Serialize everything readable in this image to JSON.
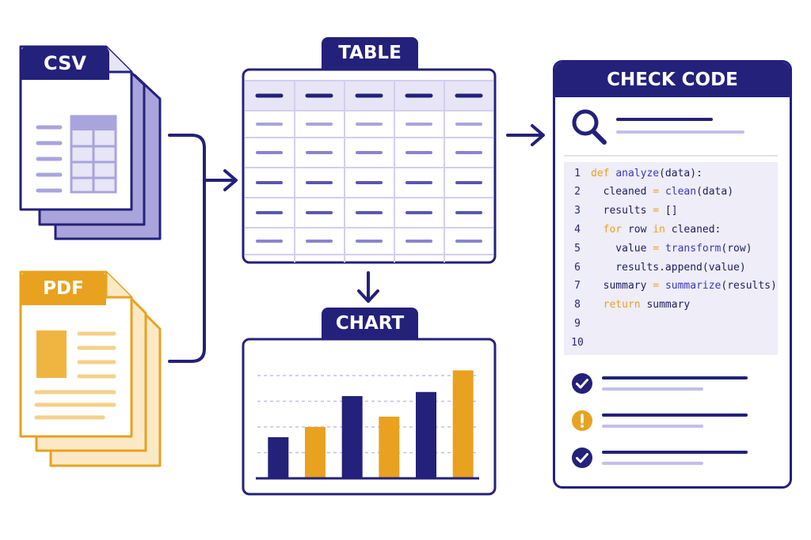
{
  "colors": {
    "navy": "#24217a",
    "lavender": "#a9a4dc",
    "lavender_light": "#e7e5f6",
    "orange": "#e8a21f",
    "orange_light": "#fbe9c6"
  },
  "labels": {
    "csv": "CSV",
    "pdf": "PDF",
    "table": "TABLE",
    "chart": "CHART",
    "check_code": "CHECK CODE"
  },
  "icons": {
    "search": "search-icon",
    "check": "check-circle-icon",
    "warning": "exclamation-circle-icon",
    "arrow": "arrow-right-icon"
  },
  "code": {
    "line_numbers": [
      "1",
      "2",
      "3",
      "4",
      "5",
      "6",
      "7",
      "8",
      "9",
      "10"
    ],
    "lines": [
      [
        {
          "t": "def ",
          "c": "kw"
        },
        {
          "t": "analyze",
          "c": "fn"
        },
        {
          "t": "(data):",
          "c": "nm"
        }
      ],
      [
        {
          "t": "  cleaned ",
          "c": "nm"
        },
        {
          "t": "=",
          "c": "op"
        },
        {
          "t": " ",
          "c": "nm"
        },
        {
          "t": "clean",
          "c": "fn"
        },
        {
          "t": "(data)",
          "c": "nm"
        }
      ],
      [
        {
          "t": "  results ",
          "c": "nm"
        },
        {
          "t": "=",
          "c": "op"
        },
        {
          "t": " []",
          "c": "nm"
        }
      ],
      [
        {
          "t": "  for",
          "c": "kw"
        },
        {
          "t": " row ",
          "c": "nm"
        },
        {
          "t": "in",
          "c": "kw"
        },
        {
          "t": " cleaned:",
          "c": "nm"
        }
      ],
      [
        {
          "t": "    value ",
          "c": "nm"
        },
        {
          "t": "=",
          "c": "op"
        },
        {
          "t": " ",
          "c": "nm"
        },
        {
          "t": "transform",
          "c": "fn"
        },
        {
          "t": "(row)",
          "c": "nm"
        }
      ],
      [
        {
          "t": "    results.append(value)",
          "c": "nm"
        }
      ],
      [
        {
          "t": "  summary ",
          "c": "nm"
        },
        {
          "t": "=",
          "c": "op"
        },
        {
          "t": " ",
          "c": "nm"
        },
        {
          "t": "summarize",
          "c": "fn"
        },
        {
          "t": "(results)",
          "c": "nm"
        }
      ],
      [
        {
          "t": "  return",
          "c": "kw"
        },
        {
          "t": " summary",
          "c": "nm"
        }
      ],
      [],
      []
    ]
  },
  "checks": [
    {
      "status": "ok"
    },
    {
      "status": "warning"
    },
    {
      "status": "ok"
    }
  ],
  "chart_data": {
    "type": "bar",
    "values": [
      4,
      5,
      8,
      6,
      8.4,
      10.5
    ],
    "colors": [
      "#24217a",
      "#e8a21f",
      "#24217a",
      "#e8a21f",
      "#24217a",
      "#e8a21f"
    ],
    "ylim": [
      0,
      12
    ],
    "grid": true
  }
}
